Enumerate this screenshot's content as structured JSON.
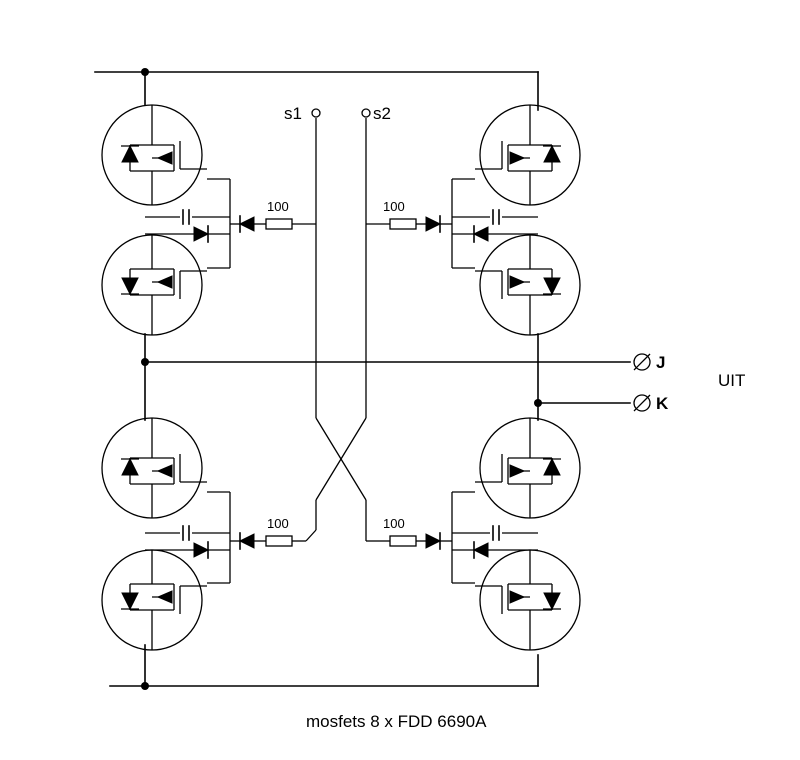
{
  "inputs": {
    "s1": "s1",
    "s2": "s2"
  },
  "outputs": {
    "j": "J",
    "k": "K",
    "group_label": "UIT"
  },
  "resistors": {
    "top_left": "100",
    "top_right": "100",
    "bottom_left": "100",
    "bottom_right": "100"
  },
  "caption": "mosfets 8 x FDD 6690A"
}
